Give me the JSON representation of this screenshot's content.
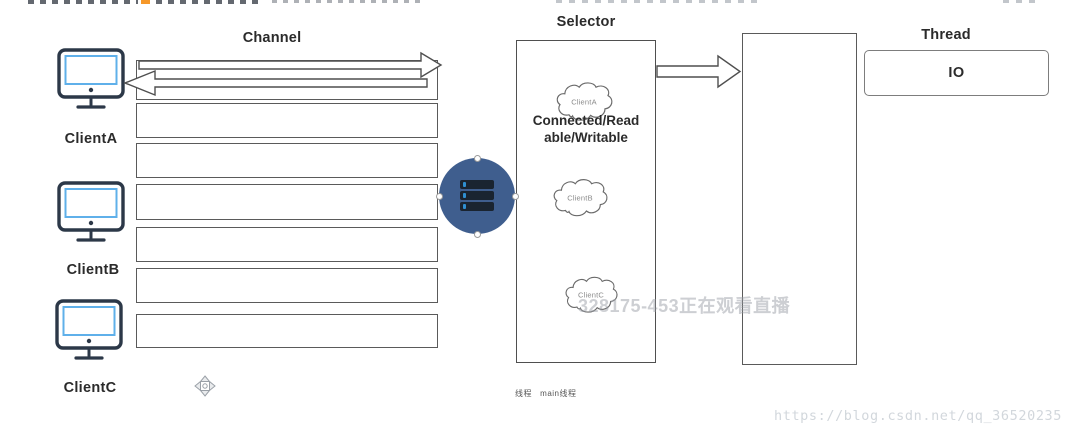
{
  "channel": {
    "title": "Channel",
    "box_count": 7
  },
  "clients": [
    {
      "label": "ClientA"
    },
    {
      "label": "ClientB"
    },
    {
      "label": "ClientC"
    }
  ],
  "selector": {
    "title": "Selector",
    "clouds": [
      {
        "label": "ClientA"
      },
      {
        "label": "ClientB"
      },
      {
        "label": "ClientC"
      }
    ],
    "status_line1": "Connected/Read",
    "status_line2": "able/Writable",
    "footnote": "线程   main线程"
  },
  "thread": {
    "title": "Thread",
    "io_label": "IO"
  },
  "watermarks": {
    "viewer": "328175-453正在观看直播",
    "blog": "https://blog.csdn.net/qq_36520235"
  },
  "colors": {
    "circle_fill": "#3f5e8e",
    "server_bar": "#1a2430",
    "server_tick": "#2f8fd0",
    "monitor_frame": "#2c3848",
    "monitor_screen": "#5fb0ea",
    "box_border": "#5a5a5a",
    "remnant_orange": "#f6921e"
  }
}
